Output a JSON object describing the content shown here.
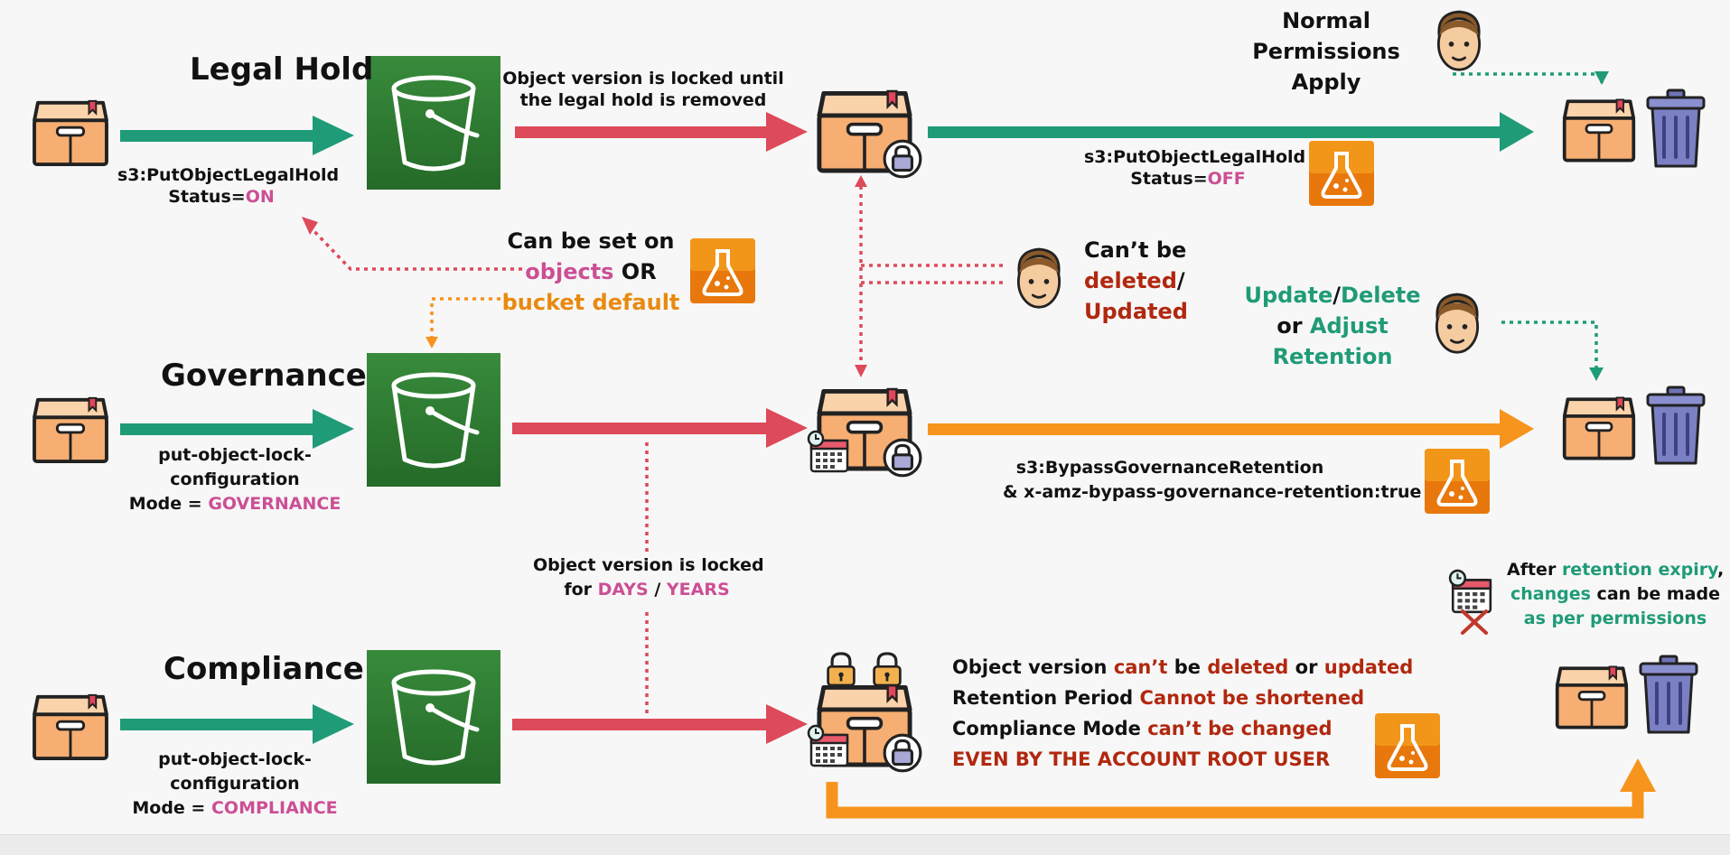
{
  "legal_hold": {
    "title": "Legal Hold",
    "api": "s3:PutObjectLegalHold",
    "status_prefix": "Status=",
    "status_on": "ON",
    "locked_note_1": "Object version is locked until",
    "locked_note_2": "the legal hold is removed",
    "off_api": "s3:PutObjectLegalHold",
    "off_status_prefix": "Status=",
    "off_status": "OFF"
  },
  "normal_permissions": {
    "line1": "Normal",
    "line2": "Permissions",
    "line3": "Apply"
  },
  "can_be_set": {
    "line1": "Can be set on",
    "objects": "objects",
    "or": " OR",
    "bucket_default": "bucket default"
  },
  "cant_be": {
    "line1": "Can’t be",
    "deleted": "deleted",
    "slash": "/",
    "updated": "Updated"
  },
  "update_delete": {
    "update": "Update",
    "slash": "/",
    "delete": "Delete",
    "or": "or ",
    "adjust": "Adjust",
    "retention": "Retention"
  },
  "governance": {
    "title": "Governance",
    "cmd1": "put-object-lock-",
    "cmd2": "configuration",
    "mode_prefix": "Mode = ",
    "mode": "GOVERNANCE",
    "bypass1": "s3:BypassGovernanceRetention",
    "bypass2": "& x-amz-bypass-governance-retention:true"
  },
  "locked_days": {
    "line1": "Object version is locked",
    "for": "for ",
    "days": "DAYS",
    "sep": " / ",
    "years": "YEARS"
  },
  "after_expiry": {
    "after": "After ",
    "retention_expiry": "retention expiry",
    "comma": ",",
    "changes": "changes",
    "can_be_made": " can be made",
    "as_per": "as per permissions"
  },
  "compliance": {
    "title": "Compliance",
    "cmd1": "put-object-lock-",
    "cmd2": "configuration",
    "mode_prefix": "Mode = ",
    "mode": "COMPLIANCE",
    "r1_a": "Object version ",
    "r1_b": "can’t",
    "r1_c": " be ",
    "r1_d": "deleted",
    "r1_e": " or ",
    "r1_f": "updated",
    "r2_a": "Retention Period ",
    "r2_b": "Cannot be shortened",
    "r3_a": "Compliance Mode ",
    "r3_b": "can’t be changed",
    "r4": "EVEN BY THE ACCOUNT ROOT USER"
  },
  "icons": [
    "box-icon",
    "bucket-icon",
    "locked-box-icon",
    "trash-icon",
    "person-icon",
    "policy-flask-icon",
    "calendar-icon",
    "padlock-icon"
  ],
  "colors": {
    "teal": "#1f9b78",
    "red": "#dd4a5a",
    "orange": "#f7941d",
    "pink": "#cc4f95",
    "dark_red": "#b1280f",
    "bucket_green": "#2f7d32"
  }
}
